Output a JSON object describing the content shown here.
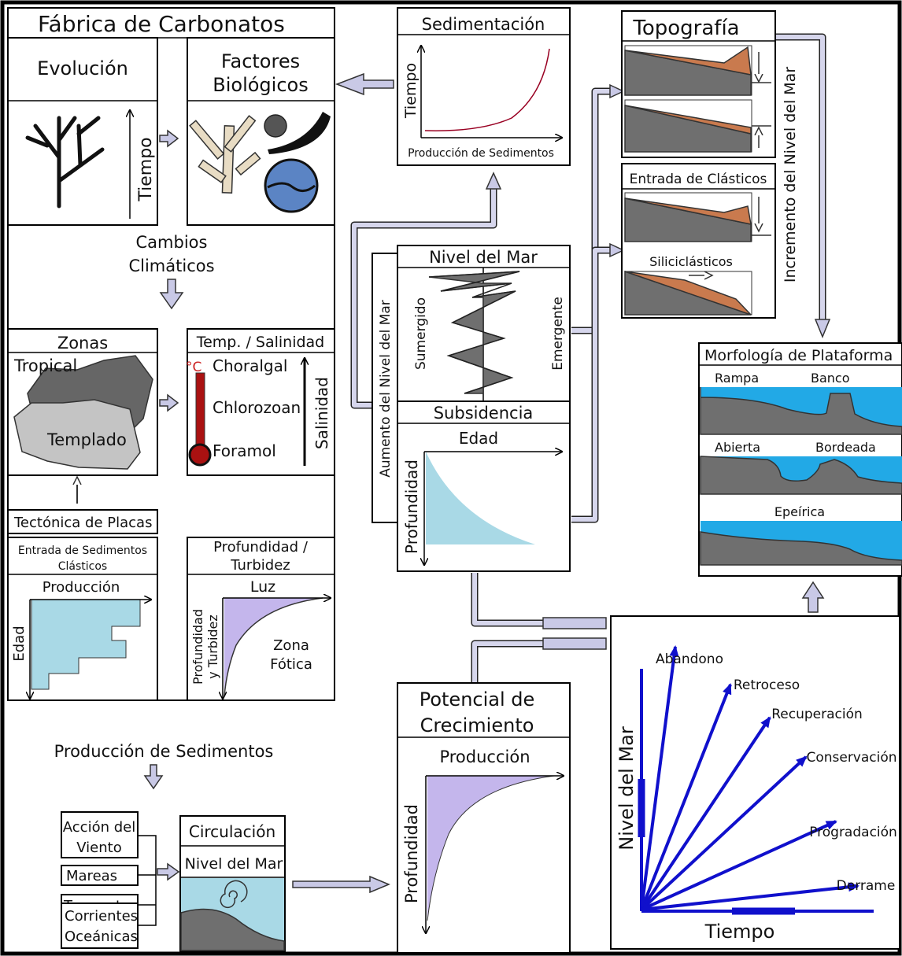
{
  "colors": {
    "arrow_fill": "#c9c9e6",
    "rock": "#6f6f6f",
    "sediment": "#c97a4e",
    "sea": "#22a9e6",
    "light_cyan": "#a9d9e6",
    "lilac": "#c4b6ec",
    "vector_blue": "#1010cc",
    "thermometer": "#aa1111"
  },
  "fabrica": {
    "title": "Fábrica de Carbonatos",
    "evolucion": "Evolución",
    "factores_1": "Factores",
    "factores_2": "Biológicos",
    "tiempo": "Tiempo",
    "cambios_1": "Cambios",
    "cambios_2": "Climáticos",
    "zonas": "Zonas",
    "tropical": "Tropical",
    "templado": "Templado",
    "temp_sal": "Temp. / Salinidad",
    "celsius": "°C",
    "choralgal": "Choralgal",
    "chlorozoan": "Chlorozoan",
    "foramol": "Foramol",
    "salinidad": "Salinidad",
    "tectonica": "Tectónica de Placas",
    "entrada_1": "Entrada de Sedimentos",
    "entrada_2": "Clásticos",
    "produccion": "Producción",
    "edad": "Edad",
    "prof_turb_1": "Profundidad /",
    "prof_turb_2": "Turbidez",
    "luz": "Luz",
    "prof_y_1": "Profundidad",
    "prof_y_2": "y Turbidez",
    "zona_1": "Zona",
    "zona_2": "Fótica"
  },
  "produccion_sed": {
    "title": "Producción de Sedimentos",
    "accion_1": "Acción del",
    "accion_2": "Viento",
    "mareas": "Mareas",
    "tormentas": "Tormentas",
    "corrientes_1": "Corrientes",
    "corrientes_2": "Oceánicas",
    "circulacion": "Circulación",
    "nivel_mar": "Nivel del Mar"
  },
  "sedimentacion": {
    "title": "Sedimentación",
    "ylabel": "Tiempo",
    "xlabel": "Producción de Sedimentos"
  },
  "nivel_panel": {
    "title": "Nivel del Mar",
    "sumergido": "Sumergido",
    "emergente": "Emergente",
    "aumento": "Aumento del Nivel del Mar"
  },
  "subsidencia": {
    "title": "Subsidencia",
    "edad": "Edad",
    "profundidad": "Profundidad"
  },
  "potencial": {
    "title_1": "Potencial de",
    "title_2": "Crecimiento",
    "produccion": "Producción",
    "profundidad": "Profundidad"
  },
  "topografia": {
    "title": "Topografía",
    "clasticos": "Entrada de Clásticos",
    "siliciclasticos": "Siliciclásticos",
    "incremento": "Incremento del Nivel del Mar"
  },
  "morfologia": {
    "title": "Morfología de Plataforma",
    "rampa": "Rampa",
    "banco": "Banco",
    "abierta": "Abierta",
    "bordeada": "Bordeada",
    "epeirica": "Epeírica"
  },
  "vectores": {
    "ylabel": "Nivel del Mar",
    "xlabel": "Tiempo",
    "labels": [
      "Abandono",
      "Retroceso",
      "Recuperación",
      "Conservación",
      "Progradación",
      "Derrame"
    ]
  }
}
